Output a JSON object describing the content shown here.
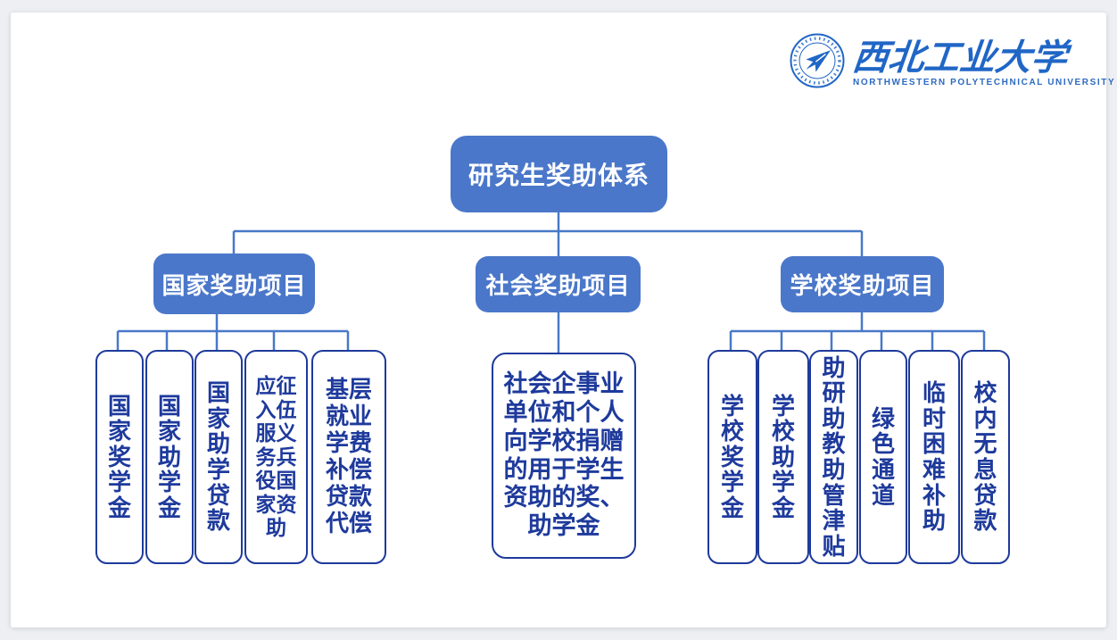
{
  "page": {
    "background_color": "#edeff3",
    "card_color": "#ffffff"
  },
  "colors": {
    "node_fill": "#4a77c9",
    "connector": "#4878c8",
    "leaf_border": "#1e3a9c",
    "leaf_text": "#1e3a9c",
    "logo_blue": "#2066c6"
  },
  "logo": {
    "seal_icon": "npu-seal-icon",
    "university_name": "西北工业大学",
    "university_name_en": "NORTHWESTERN POLYTECHNICAL UNIVERSITY"
  },
  "tree": {
    "root": {
      "label": "研究生奖助体系"
    },
    "branches": [
      {
        "label": "国家奖助项目",
        "children": [
          "国家奖学金",
          "国家助学金",
          "国家助学贷款",
          "应征入伍服义务兵役国家资助",
          "基层就业学费补偿贷款代偿"
        ]
      },
      {
        "label": "社会奖助项目",
        "children": [
          "社会企事业单位和个人向学校捐赠的用于学生资助的奖、助学金"
        ]
      },
      {
        "label": "学校奖助项目",
        "children": [
          "学校奖学金",
          "学校助学金",
          "助研助教助管津贴",
          "绿色通道",
          "临时困难补助",
          "校内无息贷款"
        ]
      }
    ]
  }
}
